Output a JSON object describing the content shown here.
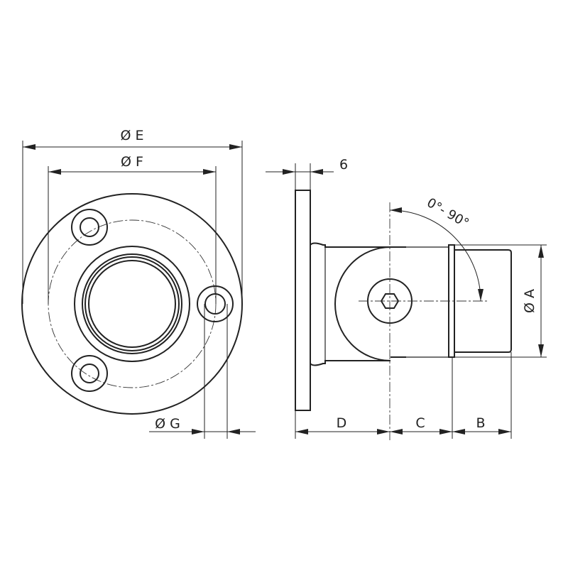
{
  "labels": {
    "dia_e": "Ø E",
    "dia_f": "Ø F",
    "dia_g": "Ø G",
    "dia_a": "Ø A",
    "thickness": "6",
    "angle": "0°- 90°",
    "dim_b": "B",
    "dim_c": "C",
    "dim_d": "D"
  }
}
